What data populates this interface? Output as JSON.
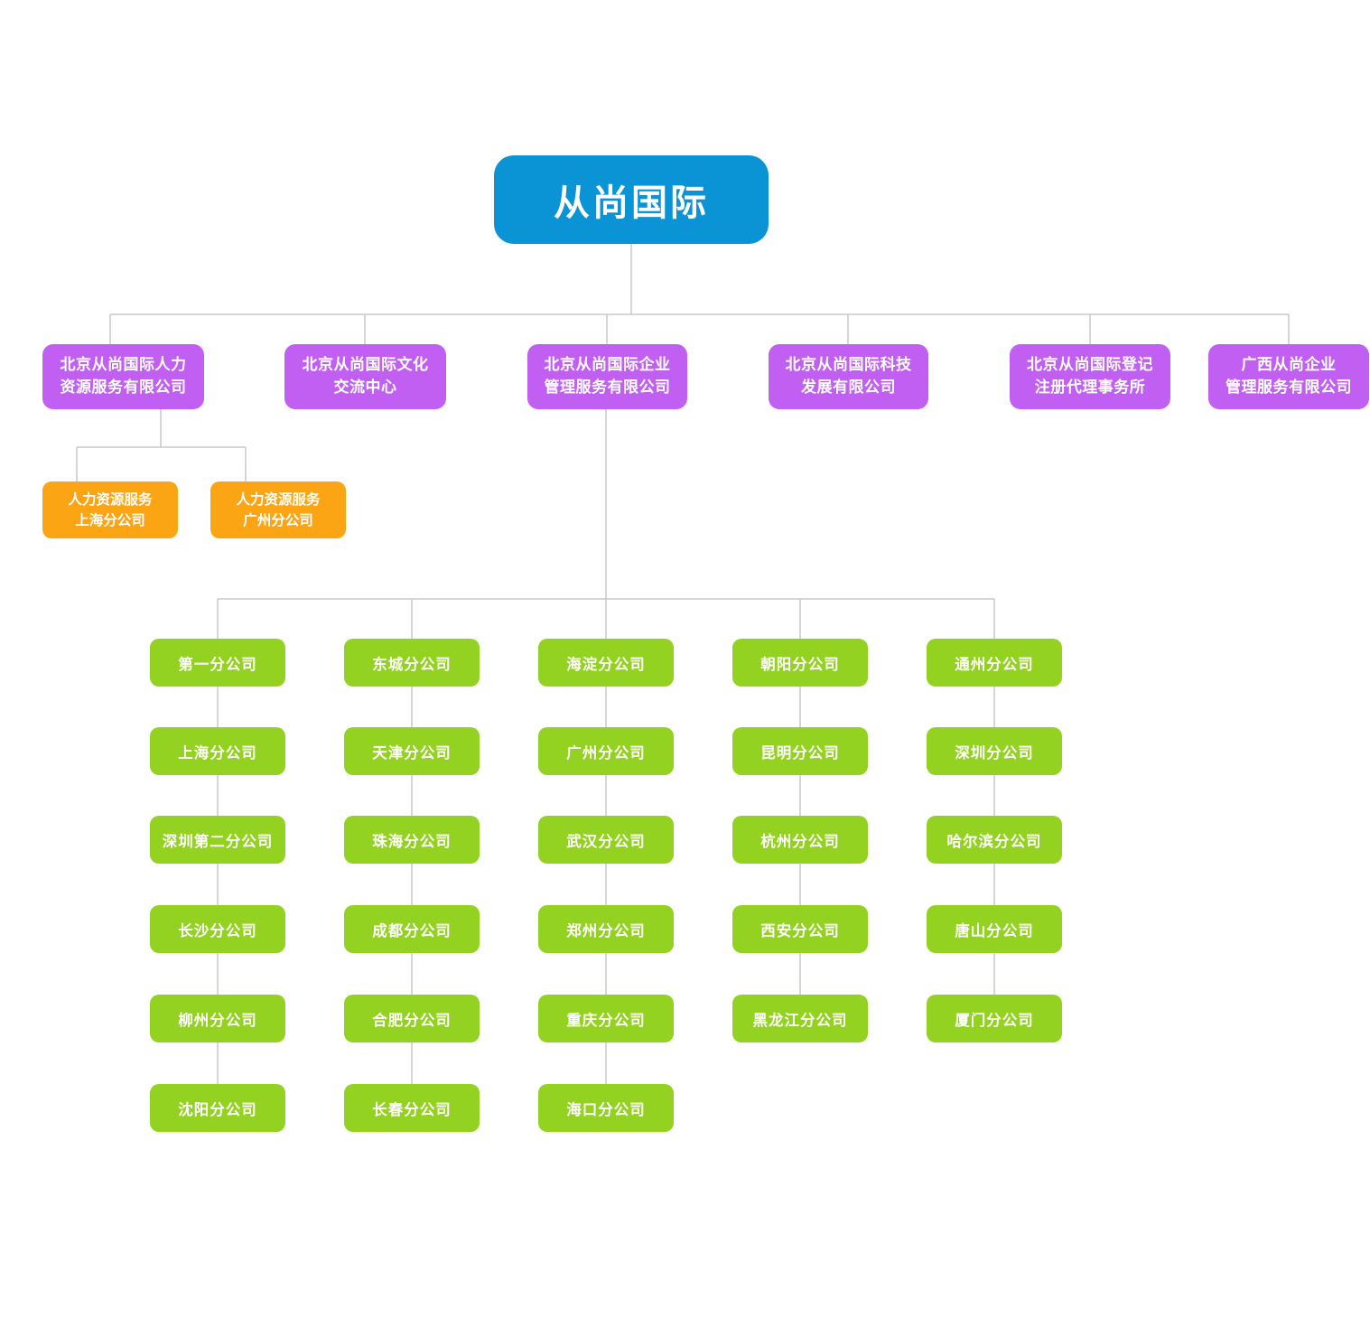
{
  "chart_type": "org-chart",
  "colors": {
    "root_box": "#0a93d5",
    "subsidiary_box": "#c15ff2",
    "hr_branch_box": "#fba414",
    "branch_box": "#93d220",
    "connector_line": "#c8c8c8",
    "text": "#ffffff",
    "background": "#ffffff"
  },
  "org": {
    "root": "从尚国际",
    "subsidiaries": [
      "北京从尚国际人力\n资源服务有限公司",
      "北京从尚国际文化\n交流中心",
      "北京从尚国际企业\n管理服务有限公司",
      "北京从尚国际科技\n发展有限公司",
      "北京从尚国际登记\n注册代理事务所",
      "广西从尚企业\n管理服务有限公司"
    ],
    "hr_branches": [
      "人力资源服务\n上海分公司",
      "人力资源服务\n广州分公司"
    ],
    "branch_columns": [
      [
        "第一分公司",
        "上海分公司",
        "深圳第二分公司",
        "长沙分公司",
        "柳州分公司",
        "沈阳分公司"
      ],
      [
        "东城分公司",
        "天津分公司",
        "珠海分公司",
        "成都分公司",
        "合肥分公司",
        "长春分公司"
      ],
      [
        "海淀分公司",
        "广州分公司",
        "武汉分公司",
        "郑州分公司",
        "重庆分公司",
        "海口分公司"
      ],
      [
        "朝阳分公司",
        "昆明分公司",
        "杭州分公司",
        "西安分公司",
        "黑龙江分公司"
      ],
      [
        "通州分公司",
        "深圳分公司",
        "哈尔滨分公司",
        "唐山分公司",
        "厦门分公司"
      ]
    ]
  }
}
